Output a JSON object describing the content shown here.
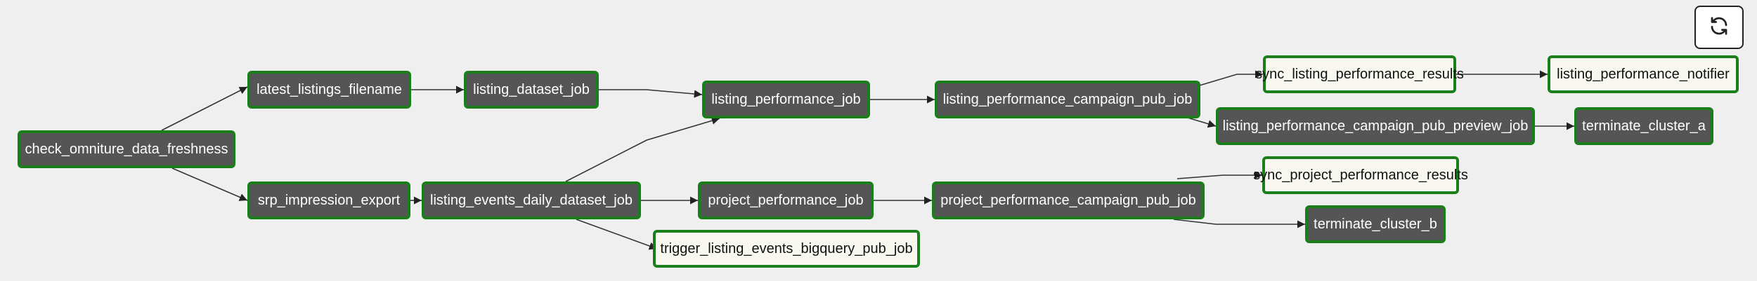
{
  "toolbar": {
    "refresh_icon": "refresh-icon"
  },
  "colors": {
    "background": "#efefef",
    "node_dark_fill": "#555555",
    "node_light_fill": "#f8f8f0",
    "node_border": "#1a7f1a",
    "edge": "#333333"
  },
  "nodes": [
    {
      "id": "check_omniture_data_freshness",
      "label": "check_omniture_data_freshness",
      "style": "dark"
    },
    {
      "id": "latest_listings_filename",
      "label": "latest_listings_filename",
      "style": "dark"
    },
    {
      "id": "srp_impression_export",
      "label": "srp_impression_export",
      "style": "dark"
    },
    {
      "id": "listing_dataset_job",
      "label": "listing_dataset_job",
      "style": "dark"
    },
    {
      "id": "listing_events_daily_dataset_job",
      "label": "listing_events_daily_dataset_job",
      "style": "dark"
    },
    {
      "id": "listing_performance_job",
      "label": "listing_performance_job",
      "style": "dark"
    },
    {
      "id": "project_performance_job",
      "label": "project_performance_job",
      "style": "dark"
    },
    {
      "id": "trigger_listing_events_bigquery_pub_job",
      "label": "trigger_listing_events_bigquery_pub_job",
      "style": "light"
    },
    {
      "id": "listing_performance_campaign_pub_job",
      "label": "listing_performance_campaign_pub_job",
      "style": "dark"
    },
    {
      "id": "project_performance_campaign_pub_job",
      "label": "project_performance_campaign_pub_job",
      "style": "dark"
    },
    {
      "id": "sync_listing_performance_results",
      "label": "sync_listing_performance_results",
      "style": "light"
    },
    {
      "id": "listing_performance_notifier",
      "label": "listing_performance_notifier",
      "style": "light"
    },
    {
      "id": "listing_performance_campaign_pub_preview_job",
      "label": "listing_performance_campaign_pub_preview_job",
      "style": "dark"
    },
    {
      "id": "terminate_cluster_a",
      "label": "terminate_cluster_a",
      "style": "dark"
    },
    {
      "id": "sync_project_performance_results",
      "label": "sync_project_performance_results",
      "style": "light"
    },
    {
      "id": "terminate_cluster_b",
      "label": "terminate_cluster_b",
      "style": "dark"
    }
  ],
  "edges": [
    [
      "check_omniture_data_freshness",
      "latest_listings_filename"
    ],
    [
      "check_omniture_data_freshness",
      "srp_impression_export"
    ],
    [
      "latest_listings_filename",
      "listing_dataset_job"
    ],
    [
      "srp_impression_export",
      "listing_events_daily_dataset_job"
    ],
    [
      "listing_dataset_job",
      "listing_performance_job"
    ],
    [
      "listing_events_daily_dataset_job",
      "listing_performance_job"
    ],
    [
      "listing_events_daily_dataset_job",
      "project_performance_job"
    ],
    [
      "listing_events_daily_dataset_job",
      "trigger_listing_events_bigquery_pub_job"
    ],
    [
      "listing_performance_job",
      "listing_performance_campaign_pub_job"
    ],
    [
      "project_performance_job",
      "project_performance_campaign_pub_job"
    ],
    [
      "listing_performance_campaign_pub_job",
      "sync_listing_performance_results"
    ],
    [
      "listing_performance_campaign_pub_job",
      "listing_performance_campaign_pub_preview_job"
    ],
    [
      "sync_listing_performance_results",
      "listing_performance_notifier"
    ],
    [
      "listing_performance_campaign_pub_preview_job",
      "terminate_cluster_a"
    ],
    [
      "project_performance_campaign_pub_job",
      "sync_project_performance_results"
    ],
    [
      "project_performance_campaign_pub_job",
      "terminate_cluster_b"
    ]
  ]
}
